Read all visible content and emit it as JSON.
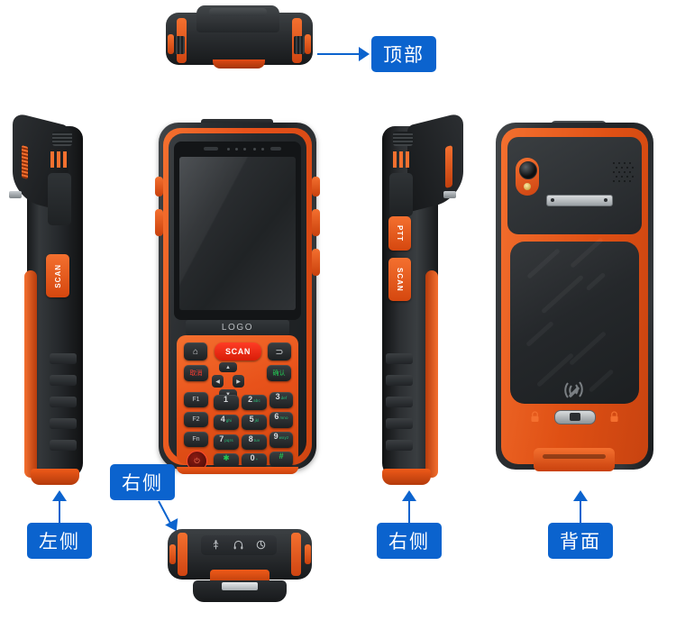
{
  "document": {
    "kind": "product-view-diagram",
    "subject": "rugged handheld PDA data terminal",
    "views_count": 6,
    "background_color": "#ffffff"
  },
  "palette": {
    "label_blue": "#0b63ce",
    "accent_orange": "#ef5a19",
    "body_dark": "#2b2e31",
    "body_black": "#1b1d1f",
    "scan_red": "#e02a10",
    "key_green": "#23c552",
    "key_red": "#ff3b2f"
  },
  "callouts": [
    {
      "id": "top",
      "text": "顶部",
      "meaning": "Top",
      "arrow": "right"
    },
    {
      "id": "left-side",
      "text": "左侧",
      "meaning": "Left side",
      "arrow": "up"
    },
    {
      "id": "right-side-b",
      "text": "右侧",
      "meaning": "Right side",
      "arrow": "down-right"
    },
    {
      "id": "right-side",
      "text": "右侧",
      "meaning": "Right side",
      "arrow": "up"
    },
    {
      "id": "back",
      "text": "背面",
      "meaning": "Back",
      "arrow": "up"
    }
  ],
  "front_view": {
    "brand_text": "LOGO",
    "screen": {
      "label": "touch display"
    },
    "top_elements": [
      {
        "name": "earpiece"
      },
      {
        "name": "proximity-sensors",
        "count": 5
      },
      {
        "name": "front-camera"
      }
    ],
    "nav_row": [
      {
        "id": "home",
        "glyph": "⌂",
        "name": "home-key"
      },
      {
        "id": "scan",
        "label": "SCAN",
        "name": "scan-key"
      },
      {
        "id": "back",
        "glyph": "⊃",
        "name": "back-key"
      }
    ],
    "dpad": {
      "up": "▲",
      "down": "▼",
      "left": "◀",
      "right": "▶",
      "cancel": {
        "text": "取消",
        "meaning": "Cancel",
        "color": "#ff3b2f"
      },
      "confirm": {
        "text": "确认",
        "meaning": "Confirm",
        "color": "#23c552"
      }
    },
    "function_keys": [
      "F1",
      "F2",
      "Fn"
    ],
    "power_key": {
      "glyph": "⏻",
      "name": "power-key"
    },
    "keypad": [
      {
        "digit": "1",
        "sub": ""
      },
      {
        "digit": "2",
        "sub": "abc"
      },
      {
        "digit": "3",
        "sub": "def"
      },
      {
        "digit": "4",
        "sub": "ghi"
      },
      {
        "digit": "5",
        "sub": "jkl"
      },
      {
        "digit": "6",
        "sub": "mno"
      },
      {
        "digit": "7",
        "sub": "pqrs"
      },
      {
        "digit": "8",
        "sub": "tuv"
      },
      {
        "digit": "9",
        "sub": "wxyz"
      },
      {
        "digit": "✱",
        "sub": ""
      },
      {
        "digit": "0",
        "sub": "+"
      },
      {
        "digit": "#",
        "sub": ""
      }
    ]
  },
  "left_side_view": {
    "buttons": [
      {
        "label": "SCAN",
        "name": "scan-button"
      }
    ],
    "features": [
      "speaker-slots",
      "orange-grip-bars",
      "grip-ridges"
    ]
  },
  "right_side_view": {
    "buttons": [
      {
        "label": "PTT",
        "name": "ptt-button"
      },
      {
        "label": "SCAN",
        "name": "scan-button"
      }
    ],
    "features": [
      "speaker-slots",
      "orange-grip-bars",
      "grip-ridges"
    ]
  },
  "back_view": {
    "features": [
      {
        "name": "rear-camera"
      },
      {
        "name": "flash-led"
      },
      {
        "name": "speaker-grille"
      },
      {
        "name": "scanner-head"
      },
      {
        "name": "metal-mount-plate"
      },
      {
        "name": "nfc-antenna-zone"
      },
      {
        "name": "battery-latch"
      }
    ],
    "lock_glyph": "🔒",
    "lock_count": 2
  },
  "top_view": {
    "features": [
      "scanner-window-housing",
      "orange-bumper-strips",
      "side-speaker-slots"
    ]
  },
  "bottom_view": {
    "ports": [
      {
        "glyph": "⌁",
        "name": "usb-port"
      },
      {
        "glyph": "◠",
        "name": "headphone-jack"
      },
      {
        "glyph": "◑",
        "name": "charge-contact"
      }
    ],
    "features": [
      "hand-strap-bar",
      "orange-bumper"
    ]
  }
}
